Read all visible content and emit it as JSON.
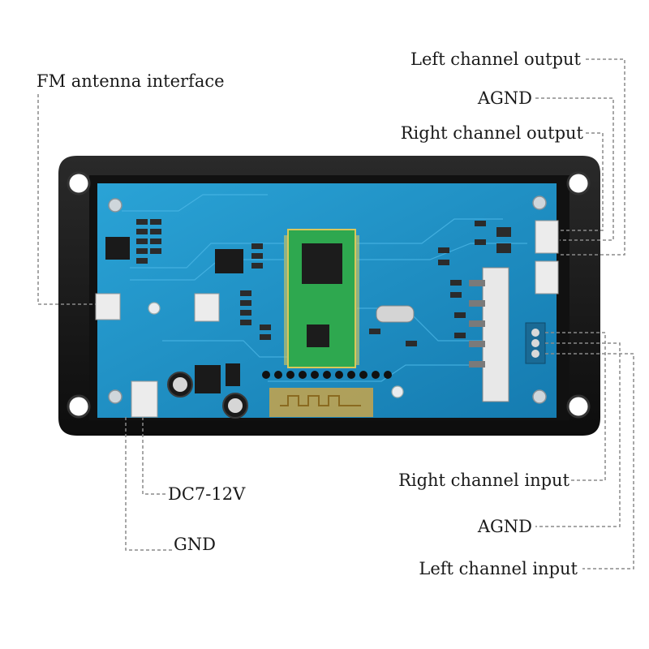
{
  "labels": {
    "fm_antenna": "FM antenna interface",
    "left_output": "Left channel output",
    "agnd_top": "AGND",
    "right_output": "Right channel output",
    "dc_input": "DC7-12V",
    "gnd": "GND",
    "right_input": "Right channel input",
    "agnd_bottom": "AGND",
    "left_input": "Left channel input"
  },
  "colors": {
    "pcb": "#1e8fc4",
    "pcb_dark": "#166f9c",
    "frame": "#1b1b1b",
    "module": "#2ea84f",
    "connector": "#ececec",
    "leader": "#8a8a8a"
  }
}
